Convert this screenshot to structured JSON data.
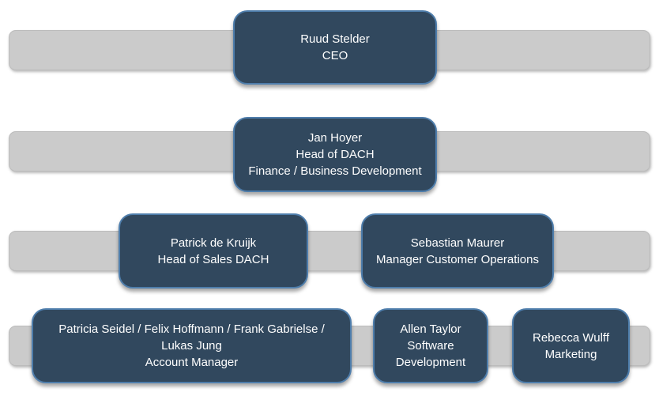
{
  "org_chart": {
    "type": "org-chart",
    "colors": {
      "node_fill": "#31485e",
      "node_border": "#4e7dab",
      "node_text": "#ffffff",
      "band_fill": "#cbcbcb",
      "band_border": "#bcbcbc",
      "background": "#ffffff"
    },
    "levels": [
      {
        "nodes": [
          {
            "name": "Ruud Stelder",
            "role": "CEO",
            "lines": [
              "Ruud Stelder",
              "CEO"
            ]
          }
        ]
      },
      {
        "nodes": [
          {
            "name": "Jan Hoyer",
            "role": "Head of DACH, Finance / Business Development",
            "lines": [
              "Jan Hoyer",
              "Head of DACH",
              "Finance / Business Development"
            ]
          }
        ]
      },
      {
        "nodes": [
          {
            "name": "Patrick de Kruijk",
            "role": "Head of Sales DACH",
            "lines": [
              "Patrick de Kruijk",
              "Head of Sales DACH"
            ]
          },
          {
            "name": "Sebastian Maurer",
            "role": "Manager Customer Operations",
            "lines": [
              "Sebastian Maurer",
              "Manager Customer Operations"
            ]
          }
        ]
      },
      {
        "nodes": [
          {
            "name": "Patricia Seidel / Felix Hoffmann / Frank Gabrielse / Lukas Jung",
            "role": "Account Manager",
            "lines": [
              "Patricia Seidel / Felix Hoffmann / Frank Gabrielse /",
              "Lukas Jung",
              "Account Manager"
            ]
          },
          {
            "name": "Allen Taylor",
            "role": "Software Development",
            "lines": [
              "Allen Taylor",
              "Software",
              "Development"
            ]
          },
          {
            "name": "Rebecca Wulff",
            "role": "Marketing",
            "lines": [
              "Rebecca Wulff",
              "Marketing"
            ]
          }
        ]
      }
    ]
  }
}
